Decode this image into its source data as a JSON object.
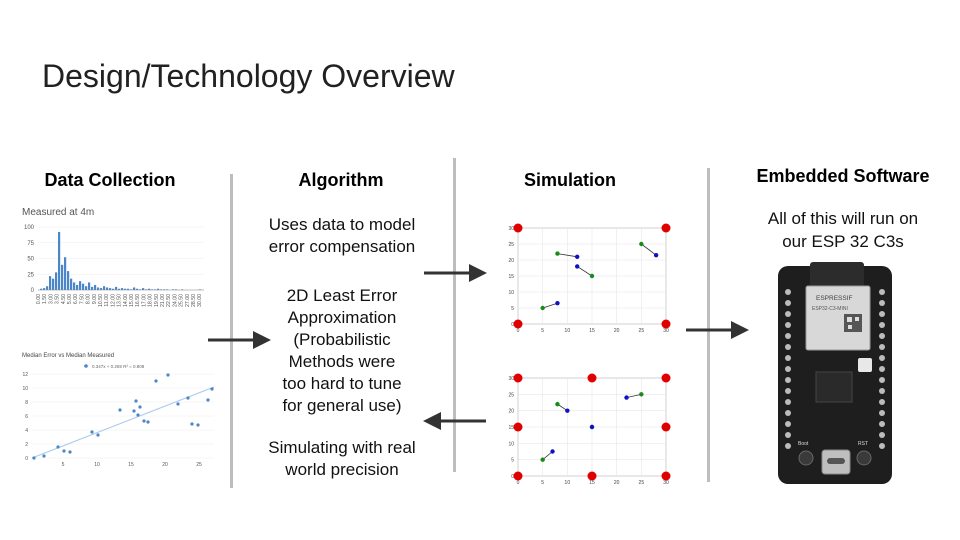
{
  "slide": {
    "title": "Design/Technology Overview"
  },
  "columns": {
    "data_collection": {
      "heading": "Data Collection"
    },
    "algorithm": {
      "heading": "Algorithm",
      "p1": [
        "Uses data to model",
        "error compensation"
      ],
      "p2": [
        "2D Least Error",
        "Approximation",
        "(Probabilistic",
        "Methods were",
        "too hard to tune",
        "for general use)"
      ],
      "p3": [
        "Simulating with real",
        "world precision"
      ]
    },
    "simulation": {
      "heading": "Simulation"
    },
    "embedded": {
      "heading": "Embedded Software",
      "text": [
        "All of this will run on",
        "our ESP 32 C3s"
      ]
    }
  },
  "histogram": {
    "title": "Measured at 4m",
    "yticks": [
      "100",
      "75",
      "50",
      "25",
      "0"
    ],
    "xticks": [
      "0.00",
      "1.50",
      "3.00",
      "3.50",
      "4.50",
      "5.00",
      "6.00",
      "7.50",
      "8.00",
      "9.00",
      "10.50",
      "11.00",
      "12.00",
      "13.50",
      "14.00",
      "15.00",
      "16.50",
      "17.00",
      "18.00",
      "19.50",
      "21.00",
      "22.50",
      "24.00",
      "25.50",
      "27.00",
      "28.50",
      "30.00"
    ],
    "color": "#4a86c8"
  },
  "scatter_fit": {
    "title": "Median Error vs Median Measured",
    "legend": "0.347x + 0.269 R² = 0.808",
    "yticks": [
      "12",
      "10",
      "8",
      "6",
      "4",
      "2",
      "0"
    ],
    "xticks": [
      "5",
      "10",
      "15",
      "20",
      "25"
    ],
    "color": "#4a86c8"
  },
  "sim_top": {
    "yticks": [
      "30",
      "25",
      "20",
      "15",
      "10",
      "5",
      "0"
    ],
    "xticks": [
      "0",
      "5",
      "10",
      "15",
      "20",
      "25",
      "30"
    ]
  },
  "sim_bottom": {
    "yticks": [
      "30",
      "25",
      "20",
      "15",
      "10",
      "5",
      "0"
    ],
    "xticks": [
      "0",
      "5",
      "10",
      "15",
      "20",
      "25",
      "30"
    ]
  },
  "board": {
    "module_label": "ESPRESSIF",
    "module_model": "ESP32-C3-MINI",
    "button_left": "Boot",
    "button_right": "RST"
  },
  "colors": {
    "anchor": "#e00000",
    "true_pos": "#1a8a1a",
    "est_pos": "#1010c8",
    "arrow": "#333333",
    "divider": "#bdbdbd"
  }
}
